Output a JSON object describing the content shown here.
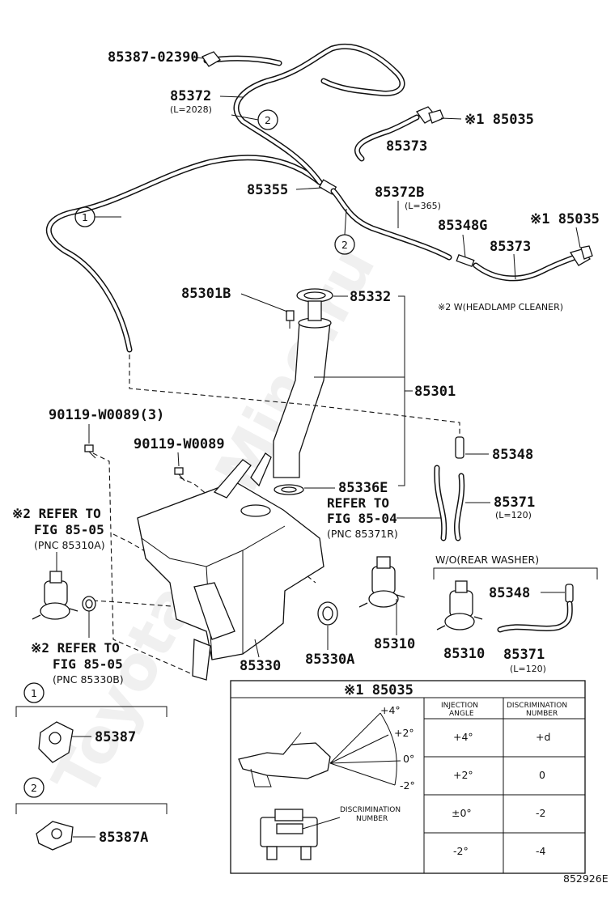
{
  "watermark": "ToyotaCarMine.ru",
  "figure_id": "852926E",
  "callouts": {
    "c_85387_02390": "85387-02390",
    "c_85372": "85372",
    "c_85372_len": "(L=2028)",
    "c_85035_a": "85035",
    "c_85373_a": "85373",
    "c_85355": "85355",
    "c_85372B": "85372B",
    "c_85372B_len": "(L=365)",
    "c_85348G": "85348G",
    "c_85035_b": "85035",
    "c_85373_b": "85373",
    "c_85301B": "85301B",
    "c_85332": "85332",
    "c_85301": "85301",
    "c_90119_3": "90119-W0089(3)",
    "c_90119": "90119-W0089",
    "c_85348_a": "85348",
    "c_85336E": "85336E",
    "c_85371_a": "85371",
    "c_85371_a_len": "(L=120)",
    "c_85330": "85330",
    "c_85330A": "85330A",
    "c_85310_a": "85310",
    "c_85348_b": "85348",
    "c_85310_b": "85310",
    "c_85371_b": "85371",
    "c_85371_b_len": "(L=120)",
    "c_85387": "85387",
    "c_85387A": "85387A"
  },
  "markers": {
    "circle1": "1",
    "circle2": "2",
    "note1": "※1",
    "note2": "※2"
  },
  "notes": {
    "headlamp": "※2 W(HEADLAMP CLEANER)",
    "refer1_a": "※2 REFER TO",
    "refer1_b": "FIG 85-05",
    "refer1_c": "(PNC 85310A)",
    "refer2_a": "REFER TO",
    "refer2_b": "FIG 85-04",
    "refer2_c": "(PNC 85371R)",
    "refer3_a": "※2 REFER TO",
    "refer3_b": "FIG 85-05",
    "refer3_c": "(PNC 85330B)",
    "rear_washer": "W/O(REAR WASHER)"
  },
  "detail_box": {
    "title": "※1 85035",
    "col1_line1": "INJECTION",
    "col1_line2": "ANGLE",
    "col2_line1": "DISCRIMINATION",
    "col2_line2": "NUMBER",
    "rows": [
      {
        "angle": "+4°",
        "number": "+d"
      },
      {
        "angle": "+2°",
        "number": "0"
      },
      {
        "angle": "±0°",
        "number": "-2"
      },
      {
        "angle": "-2°",
        "number": "-4"
      }
    ],
    "fan_labels": [
      "+4°",
      "+2°",
      "0°",
      "-2°"
    ],
    "disc_label_1": "DISCRIMINATION",
    "disc_label_2": "NUMBER"
  }
}
